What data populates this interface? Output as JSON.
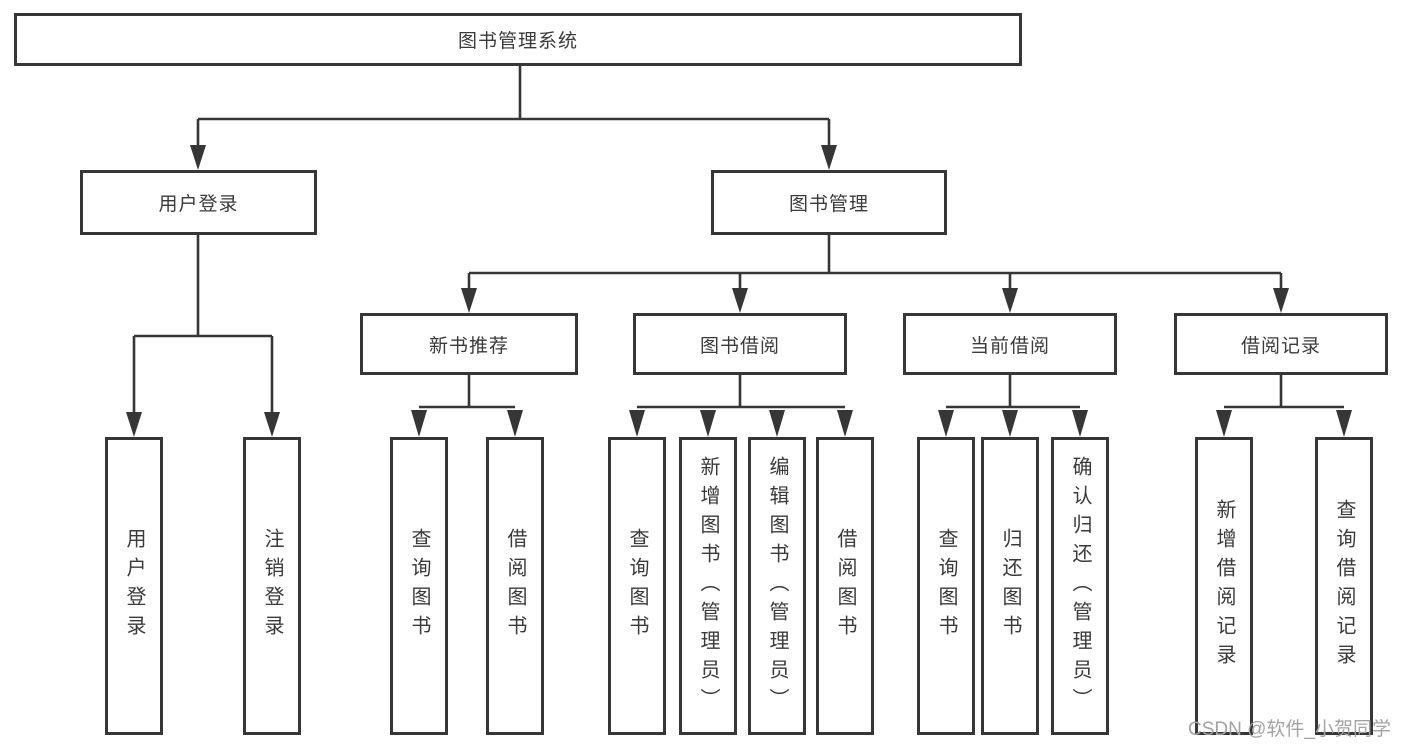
{
  "diagram": {
    "root": {
      "label": "图书管理系统"
    },
    "level2": {
      "user_login": {
        "label": "用户登录"
      },
      "book_management": {
        "label": "图书管理"
      }
    },
    "level3": {
      "new_book_recommend": {
        "label": "新书推荐"
      },
      "book_borrow": {
        "label": "图书借阅"
      },
      "current_borrow": {
        "label": "当前借阅"
      },
      "borrow_record": {
        "label": "借阅记录"
      }
    },
    "leaves": {
      "user_login": [
        "用户登录",
        "注销登录"
      ],
      "new_book_recommend": [
        "查询图书",
        "借阅图书"
      ],
      "book_borrow": [
        "查询图书",
        "新增图书（管理员）",
        "编辑图书（管理员）",
        "借阅图书"
      ],
      "current_borrow": [
        "查询图书",
        "归还图书",
        "确认归还（管理员）"
      ],
      "borrow_record": [
        "新增借阅记录",
        "查询借阅记录"
      ]
    }
  },
  "colors": {
    "line": "#363636",
    "text": "#3a3a3a",
    "background": "#ffffff",
    "watermark": "#a3a3a3"
  },
  "watermark": {
    "text": "CSDN @软件_小贺同学"
  }
}
